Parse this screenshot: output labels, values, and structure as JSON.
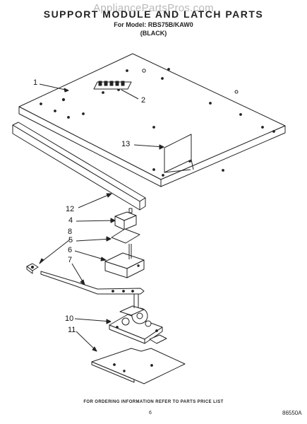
{
  "header": {
    "watermark": "AppliancePartsPros.com",
    "title": "SUPPORT MODULE AND LATCH PARTS",
    "model_line": "For Model: RBS75B/KAW0",
    "color_note": "(BLACK)"
  },
  "callouts": [
    "1",
    "2",
    "13",
    "12",
    "4",
    "5",
    "8",
    "6",
    "7",
    "10",
    "11"
  ],
  "footer": {
    "order_note": "FOR ORDERING INFORMATION REFER TO PARTS PRICE LIST",
    "page_number": "6",
    "diagram_code": "86550A"
  },
  "colors": {
    "line": "#222222",
    "background": "#ffffff",
    "watermark": "#b9b9b9"
  }
}
